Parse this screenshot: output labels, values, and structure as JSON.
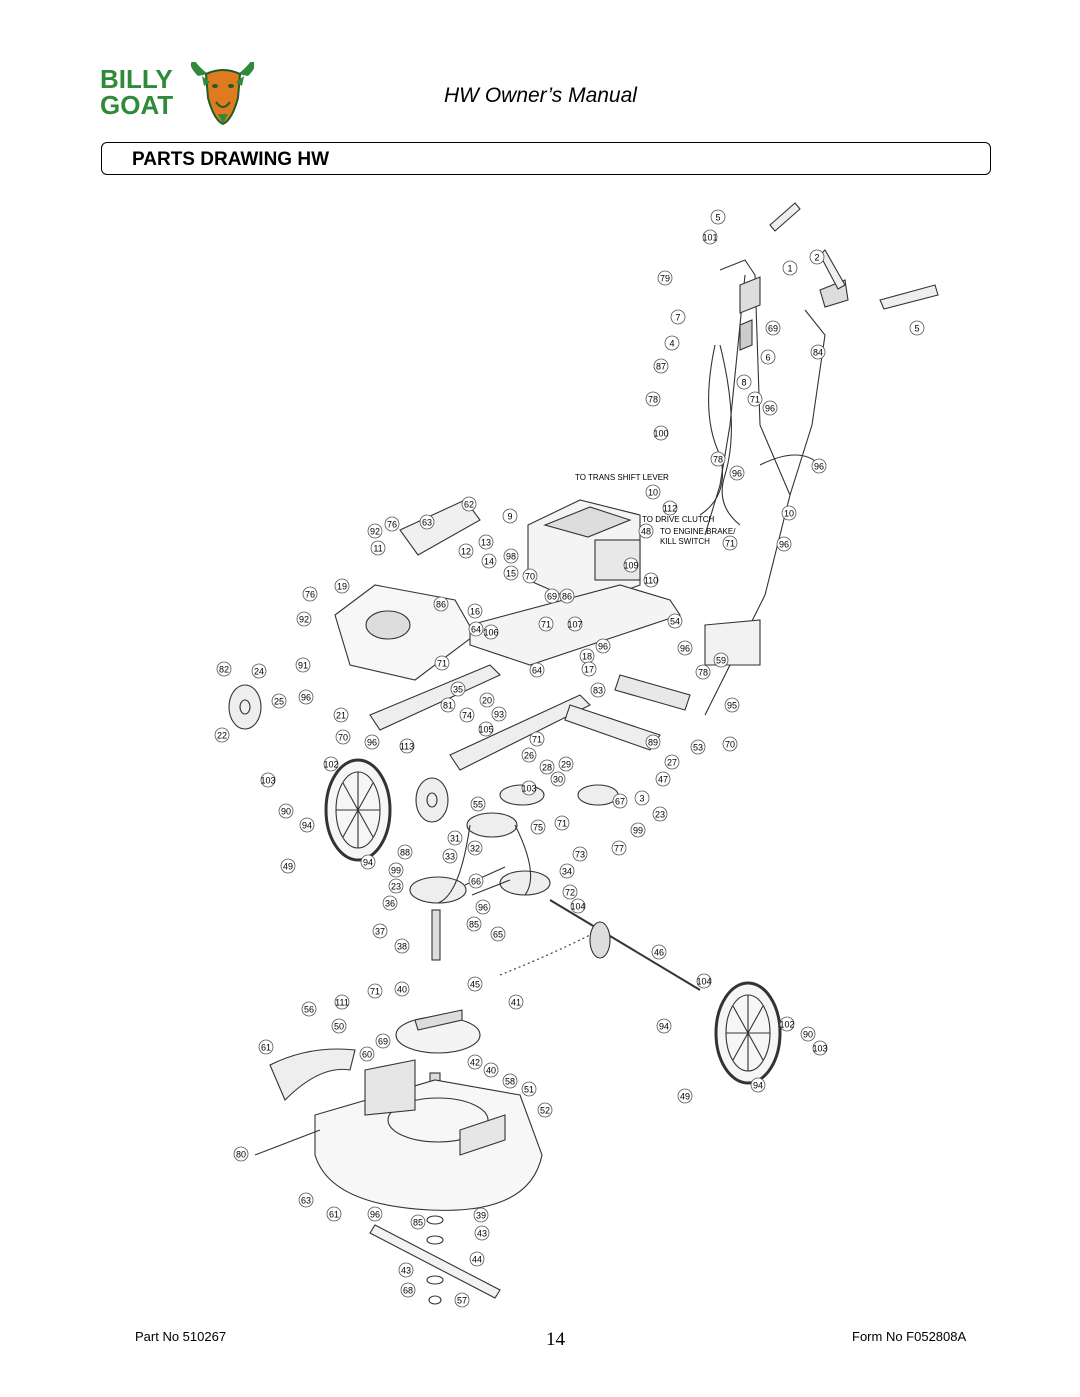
{
  "header": {
    "logo_line1": "BILLY",
    "logo_line2": "GOAT",
    "manual_title": "HW Owner’s Manual"
  },
  "section": {
    "title": "PARTS DRAWING HW"
  },
  "drawing": {
    "notes": {
      "trans_shift": "TO TRANS SHIFT LEVER",
      "drive_clutch": "TO DRIVE CLUTCH",
      "engine_brake": "TO ENGINE BRAKE/",
      "kill_switch": "KILL SWITCH"
    },
    "callouts": [
      "5",
      "101",
      "2",
      "1",
      "79",
      "5",
      "7",
      "69",
      "4",
      "6",
      "84",
      "87",
      "8",
      "78",
      "71",
      "96",
      "100",
      "96",
      "78",
      "96",
      "10",
      "10",
      "112",
      "62",
      "9",
      "76",
      "63",
      "92",
      "13",
      "12",
      "48",
      "71",
      "96",
      "11",
      "98",
      "14",
      "15",
      "70",
      "109",
      "19",
      "110",
      "76",
      "86",
      "69",
      "86",
      "16",
      "92",
      "64",
      "106",
      "71",
      "107",
      "54",
      "96",
      "96",
      "18",
      "82",
      "24",
      "91",
      "71",
      "64",
      "17",
      "59",
      "78",
      "35",
      "20",
      "83",
      "25",
      "96",
      "81",
      "74",
      "93",
      "95",
      "21",
      "105",
      "22",
      "70",
      "96",
      "113",
      "71",
      "89",
      "70",
      "53",
      "103",
      "26",
      "102",
      "28",
      "29",
      "27",
      "103",
      "30",
      "47",
      "3",
      "55",
      "67",
      "90",
      "23",
      "75",
      "71",
      "94",
      "31",
      "99",
      "88",
      "32",
      "33",
      "73",
      "77",
      "49",
      "94",
      "99",
      "66",
      "34",
      "23",
      "72",
      "36",
      "96",
      "104",
      "85",
      "65",
      "37",
      "38",
      "46",
      "104",
      "45",
      "71",
      "40",
      "41",
      "111",
      "56",
      "50",
      "94",
      "102",
      "90",
      "61",
      "69",
      "60",
      "42",
      "103",
      "40",
      "58",
      "51",
      "94",
      "49",
      "52",
      "80",
      "63",
      "39",
      "61",
      "96",
      "85",
      "43",
      "44",
      "43",
      "68",
      "57"
    ]
  },
  "footer": {
    "part_no": "Part No 510267",
    "page_number": "14",
    "form_no": "Form No F052808A"
  },
  "colors": {
    "logo_green": "#2f8a3a",
    "logo_orange": "#e07a1f"
  }
}
